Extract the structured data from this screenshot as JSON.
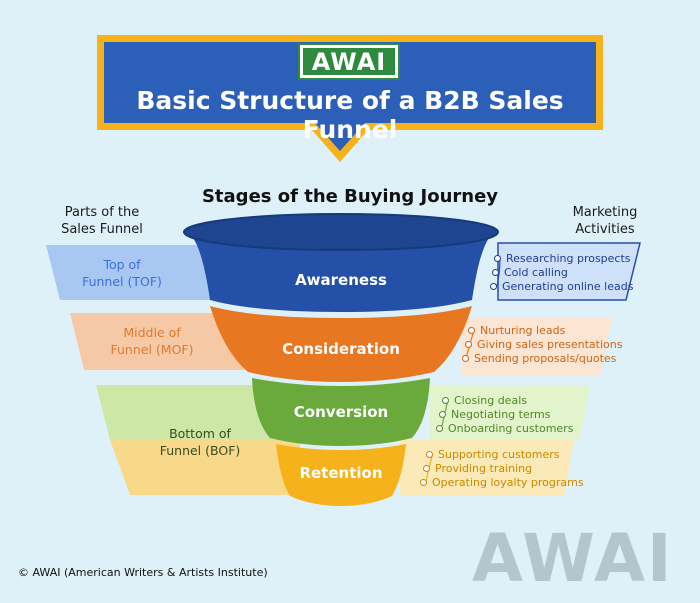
{
  "logo": "AWAI",
  "title": "Basic Structure of a B2B Sales Funnel",
  "stages_heading": "Stages of the Buying Journey",
  "left_heading": [
    "Parts of the",
    "Sales Funnel"
  ],
  "right_heading": [
    "Marketing",
    "Activities"
  ],
  "parts": [
    {
      "lines": [
        "Top of",
        "Funnel (TOF)"
      ],
      "color": "#3d6fd8"
    },
    {
      "lines": [
        "Middle of",
        "Funnel (MOF)"
      ],
      "color": "#e07a2e"
    },
    {
      "lines": [
        "Bottom of",
        "Funnel (BOF)"
      ],
      "color": "#3a4a1f"
    }
  ],
  "stages": [
    {
      "label": "Awareness",
      "color": "#2550a8",
      "activities": [
        "Researching prospects",
        "Cold calling",
        "Generating online leads"
      ],
      "text_color": "#1f3f8f"
    },
    {
      "label": "Consideration",
      "color": "#e87722",
      "activities": [
        "Nurturing leads",
        "Giving sales presentations",
        "Sending proposals/quotes"
      ],
      "text_color": "#c9661a"
    },
    {
      "label": "Conversion",
      "color": "#6aaa3c",
      "activities": [
        "Closing deals",
        "Negotiating terms",
        "Onboarding customers"
      ],
      "text_color": "#4d8a24"
    },
    {
      "label": "Retention",
      "color": "#f5b21a",
      "activities": [
        "Supporting customers",
        "Providing training",
        "Operating loyalty programs"
      ],
      "text_color": "#c98a00"
    }
  ],
  "footer": "© AWAI (American Writers & Artists Institute)",
  "watermark": "AWAI"
}
